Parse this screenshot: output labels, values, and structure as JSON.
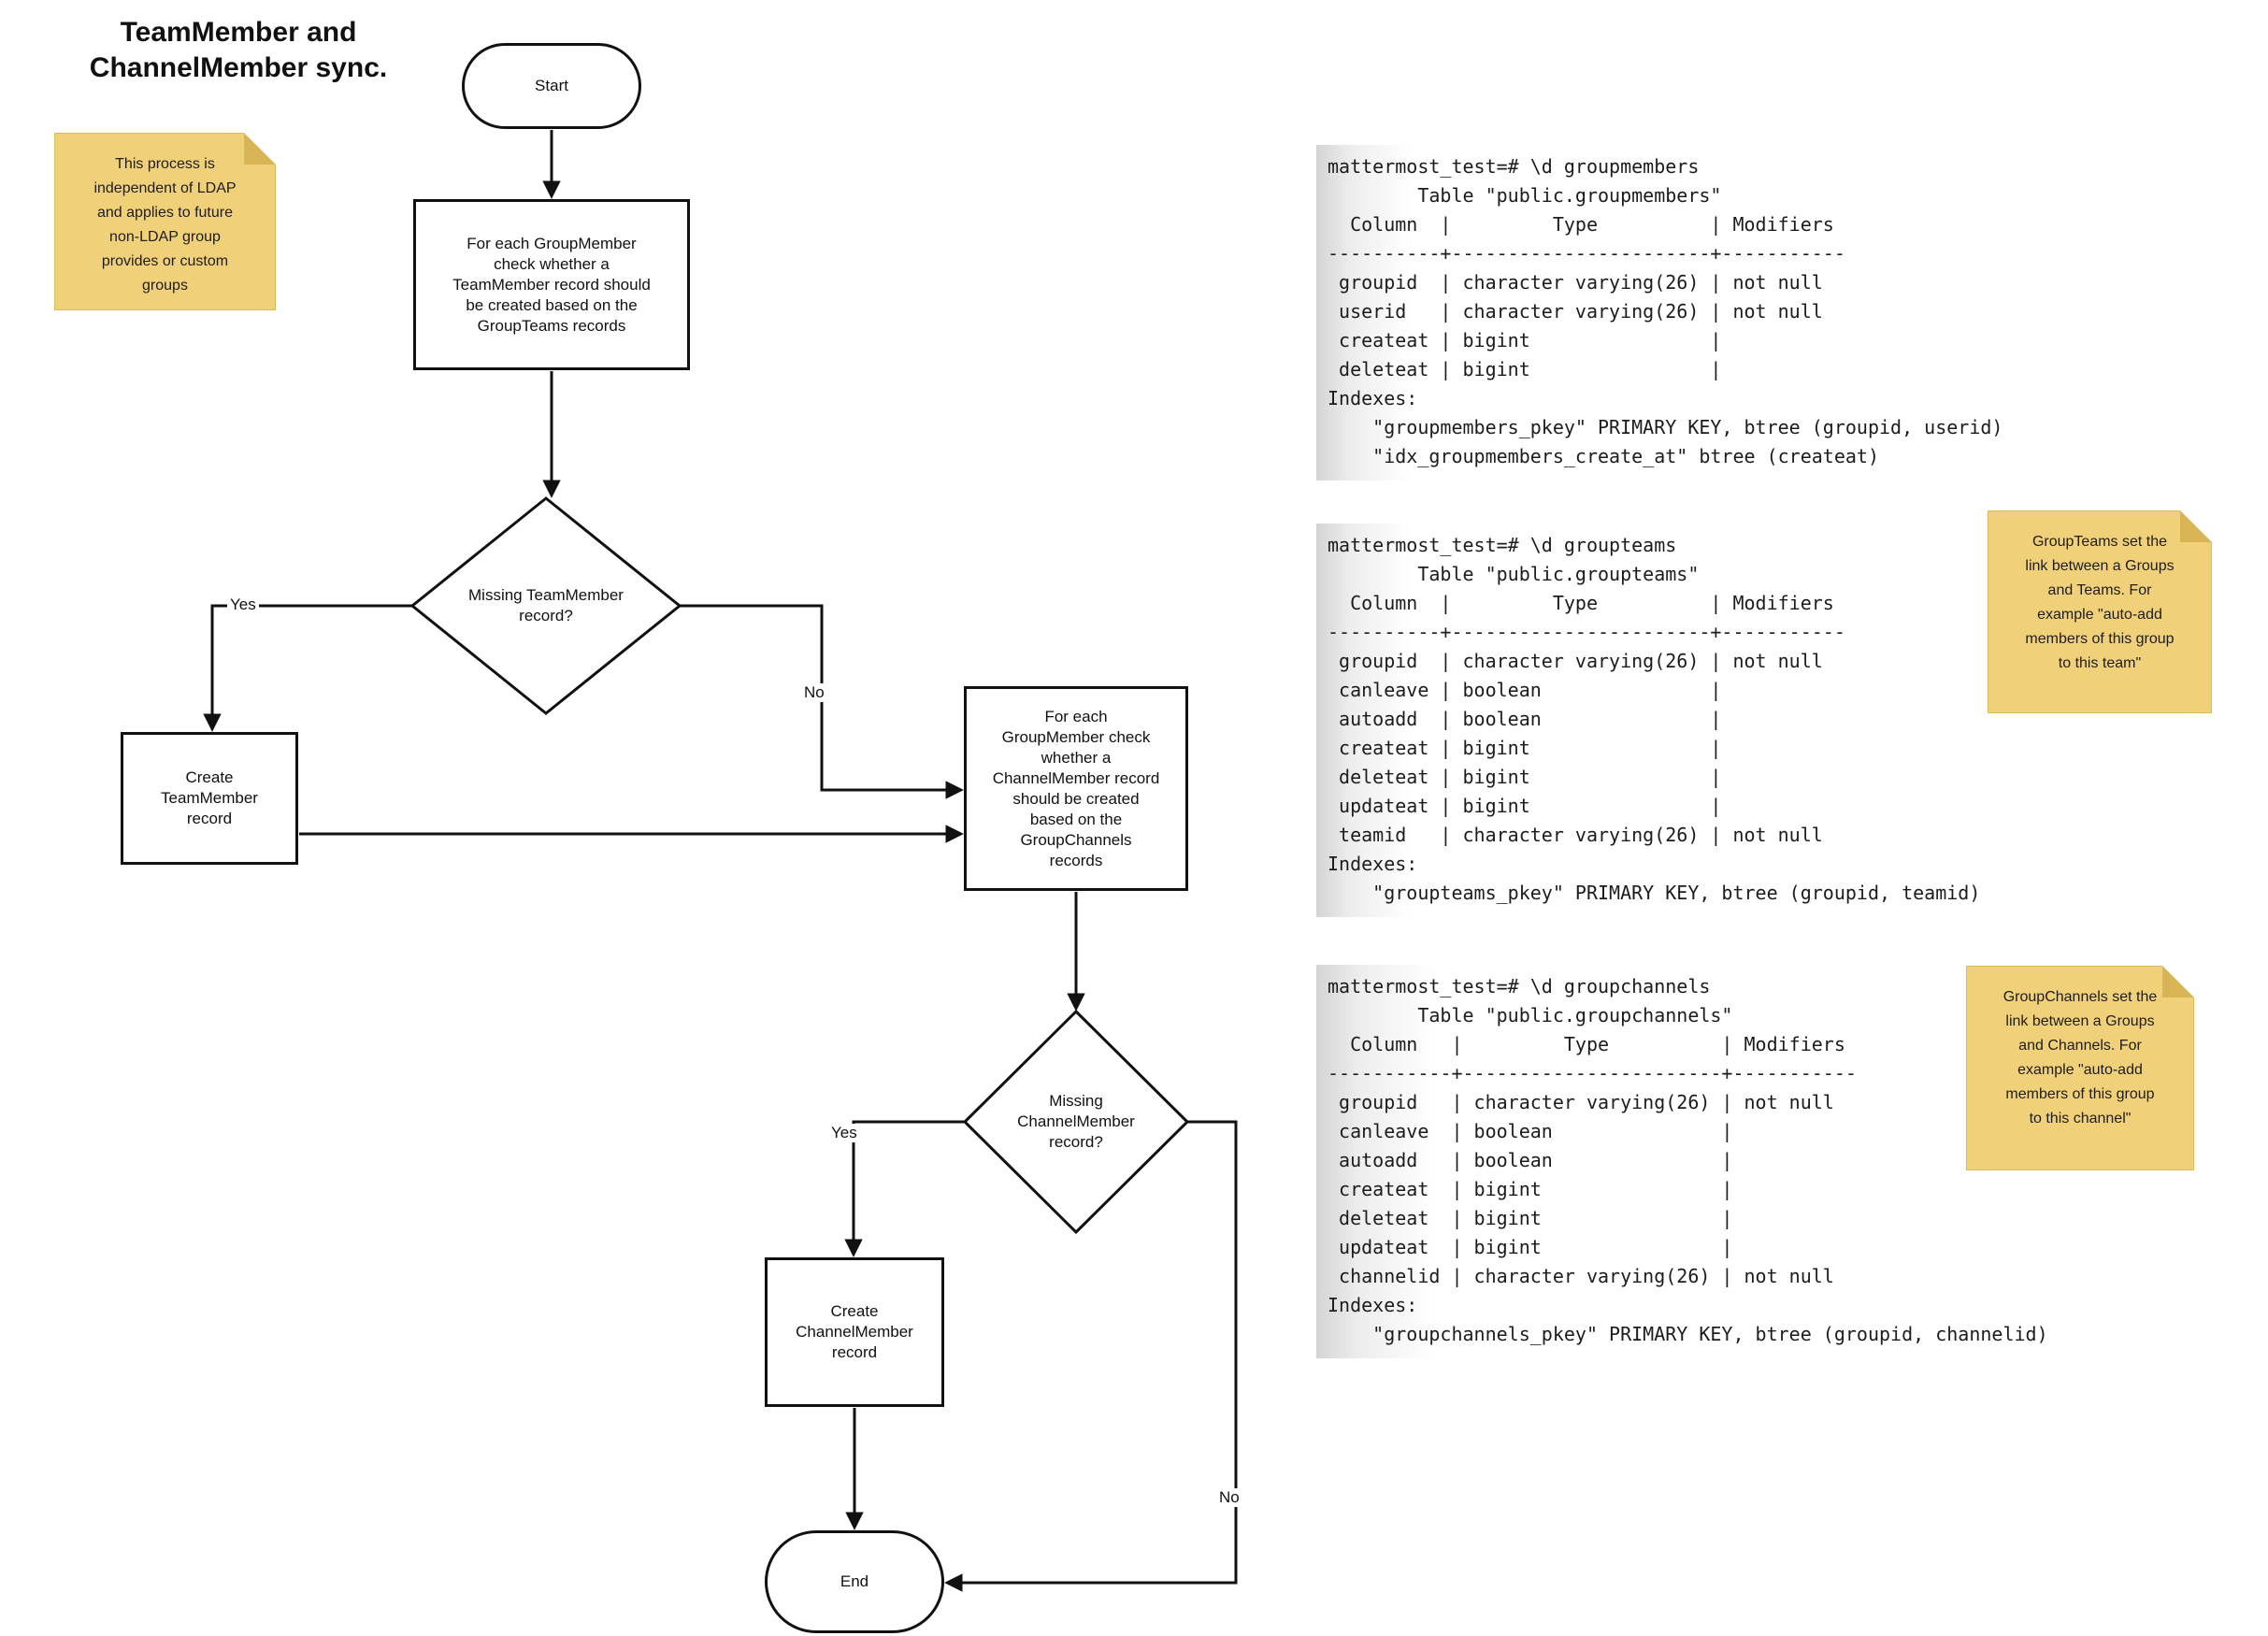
{
  "page": {
    "title": "TeamMember and\nChannelMember sync."
  },
  "sticky_notes": {
    "ldap": "This process is\nindependent of LDAP\nand applies to future\nnon-LDAP group\nprovides or custom\ngroups",
    "groupteams": "GroupTeams set the\nlink between a Groups\nand Teams. For\nexample \"auto-add\nmembers of this group\nto this team\"",
    "groupchannels": "GroupChannels set the\nlink between a Groups\nand Channels. For\nexample \"auto-add\nmembers of this group\nto this channel\""
  },
  "flowchart": {
    "start_label": "Start",
    "process1": "For each GroupMember\ncheck whether a\nTeamMember record should\nbe created based on the\nGroupTeams records",
    "decision1": "Missing TeamMember\nrecord?",
    "create_team_member": "Create\nTeamMember\nrecord",
    "process2": "For each\nGroupMember check\nwhether a\nChannelMember record\nshould be created\nbased on the\nGroupChannels\nrecords",
    "decision2": "Missing\nChannelMember\nrecord?",
    "create_channel_member": "Create\nChannelMember\nrecord",
    "end_label": "End",
    "edge_labels": {
      "yes1": "Yes",
      "no1": "No",
      "yes2": "Yes",
      "no2": "No"
    }
  },
  "terminals": {
    "groupmembers": "mattermost_test=# \\d groupmembers\n        Table \"public.groupmembers\"\n  Column  |         Type          | Modifiers\n----------+-----------------------+-----------\n groupid  | character varying(26) | not null\n userid   | character varying(26) | not null\n createat | bigint                |\n deleteat | bigint                |\nIndexes:\n    \"groupmembers_pkey\" PRIMARY KEY, btree (groupid, userid)\n    \"idx_groupmembers_create_at\" btree (createat)",
    "groupteams": "mattermost_test=# \\d groupteams\n        Table \"public.groupteams\"\n  Column  |         Type          | Modifiers\n----------+-----------------------+-----------\n groupid  | character varying(26) | not null\n canleave | boolean               |\n autoadd  | boolean               |\n createat | bigint                |\n deleteat | bigint                |\n updateat | bigint                |\n teamid   | character varying(26) | not null\nIndexes:\n    \"groupteams_pkey\" PRIMARY KEY, btree (groupid, teamid)",
    "groupchannels": "mattermost_test=# \\d groupchannels\n        Table \"public.groupchannels\"\n  Column   |         Type          | Modifiers\n-----------+-----------------------+-----------\n groupid   | character varying(26) | not null\n canleave  | boolean               |\n autoadd   | boolean               |\n createat  | bigint                |\n deleteat  | bigint                |\n updateat  | bigint                |\n channelid | character varying(26) | not null\nIndexes:\n    \"groupchannels_pkey\" PRIMARY KEY, btree (groupid, channelid)"
  },
  "colors": {
    "note_fill": "#F1D07A",
    "note_fold": "#D8B454",
    "note_border": "#DBBA5E",
    "line_color": "#111111",
    "terminal_fade": "#D4D4D4"
  }
}
